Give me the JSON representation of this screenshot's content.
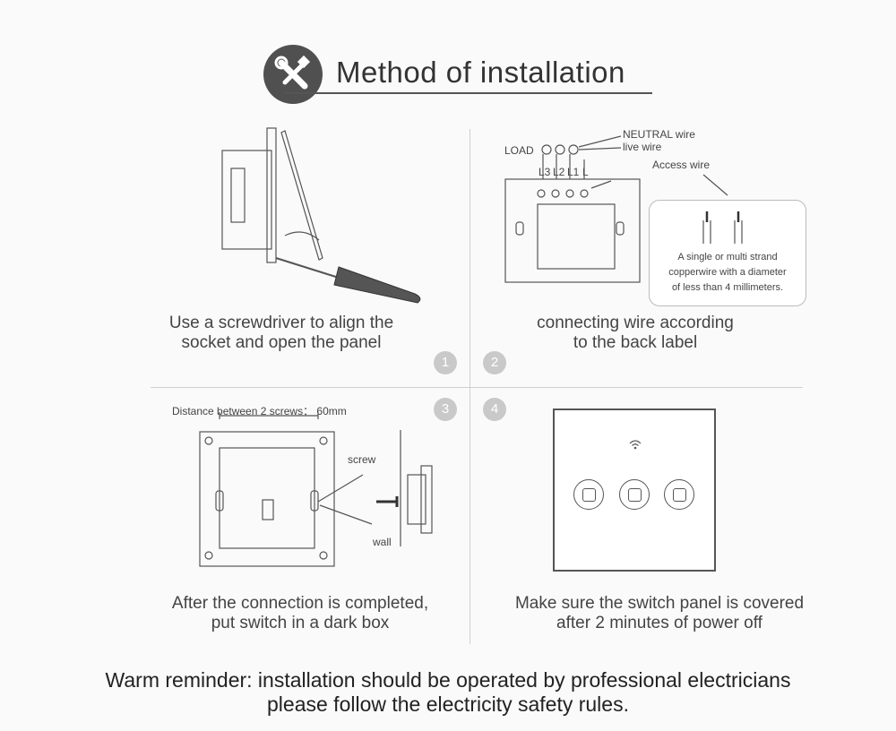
{
  "header": {
    "title": "Method of installation",
    "icon": "tools-icon"
  },
  "steps": [
    {
      "number": "1",
      "caption_line1": "Use a screwdriver to align the",
      "caption_line2": "socket and open the panel"
    },
    {
      "number": "2",
      "caption_line1": "connecting wire according",
      "caption_line2": "to the back label"
    },
    {
      "number": "3",
      "caption_line1": "After the connection is completed,",
      "caption_line2": "put switch in a dark box"
    },
    {
      "number": "4",
      "caption_line1": "Make sure the switch panel is covered",
      "caption_line2": "after 2 minutes of power off"
    }
  ],
  "wiring": {
    "load": "LOAD",
    "neutral": "NEUTRAL wire",
    "live": "live wire",
    "access": "Access wire",
    "terminals": [
      "L3",
      "L2",
      "L1",
      "L"
    ],
    "note_line1": "A single or multi strand",
    "note_line2": "copperwire with a diameter",
    "note_line3": "of less than 4 millimeters."
  },
  "mounting": {
    "distance": "Distance between 2 screws： 60mm",
    "screw": "screw",
    "wall": "wall"
  },
  "reminder": {
    "line1": "Warm reminder: installation should be operated by professional electricians",
    "line2": "please follow the electricity safety rules."
  }
}
